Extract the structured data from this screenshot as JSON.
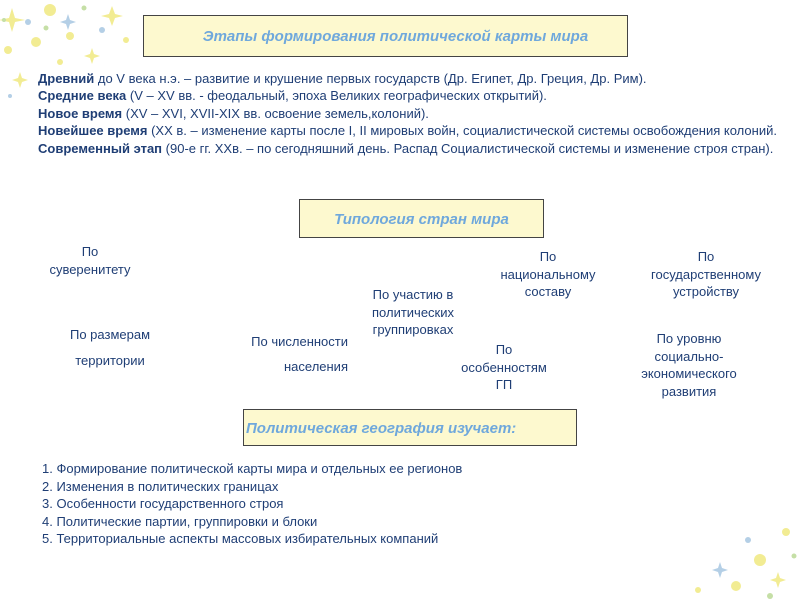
{
  "header": {
    "title": "Этапы формирования политической карты мира"
  },
  "eras": [
    {
      "name": "Древний",
      "text": " до V века н.э. – развитие и крушение первых государств (Др. Египет, Др. Греция, Др. Рим)."
    },
    {
      "name": "Средние века",
      "text": " (V – XV вв. - феодальный, эпоха Великих географических открытий)."
    },
    {
      "name": "Новое время",
      "text": " (XV – XVI, XVII-XIX вв. освоение земель,колоний)."
    },
    {
      "name": "Новейшее время",
      "text": " (XX в. – изменение карты после  I, II мировых войн, социалистической системы освобождения колоний."
    },
    {
      "name": "Современный этап",
      "text": " (90-е гг. XXв. – по сегодняшний день. Распад Социалистической системы и изменение строя стран)."
    }
  ],
  "typology": {
    "title": "Типология стран мира",
    "sovereignty": {
      "line1": "По",
      "line2": "суверенитету"
    },
    "nationality": {
      "line1": "По",
      "line2": "национальному",
      "line3": "составу"
    },
    "governance": {
      "line1": "По",
      "line2": "государственному",
      "line3": "устройству"
    },
    "blocs": {
      "line1": "По участию в",
      "line2": "политических",
      "line3": "группировках"
    },
    "area": {
      "line1": "По размерам",
      "line2": "территории"
    },
    "population": {
      "line1": "По численности",
      "line2": "населения"
    },
    "geoposition": {
      "line1": "По",
      "line2": "особенностям",
      "line3": "ГП"
    },
    "development": {
      "line1": "По уровню",
      "line2": "социально-",
      "line3": "экономического",
      "line4": "развития"
    }
  },
  "studies": {
    "title": "Политическая география изучает:",
    "items": [
      "1. Формирование политической карты мира и отдельных ее регионов",
      "2. Изменения в политических границах",
      "3. Особенности государственного строя",
      "4. Политические партии, группировки и блоки",
      "5. Территориальные аспекты массовых избирательных компаний"
    ]
  },
  "colors": {
    "text": "#1f3e75",
    "title_text": "#6fa8dc",
    "title_bg": "#fdf9cf",
    "decor_yellow": "#f2ec93",
    "decor_blue": "#b4cfe6",
    "decor_green": "#c5dfa6"
  }
}
